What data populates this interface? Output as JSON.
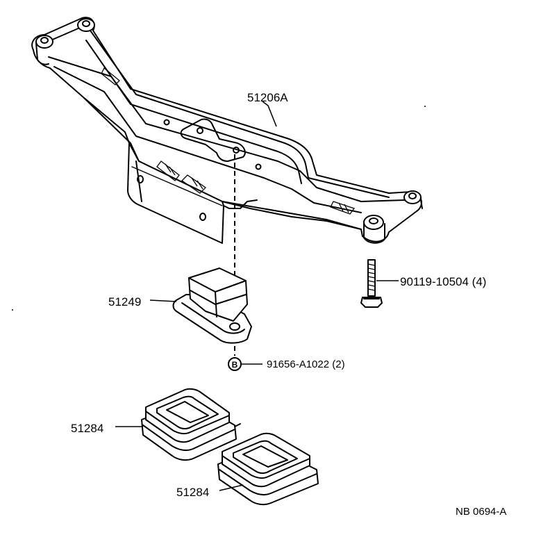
{
  "diagram": {
    "parts": [
      {
        "id": "crossmember",
        "part_number": "51206A"
      },
      {
        "id": "support-cushion",
        "part_number": "51249"
      },
      {
        "id": "bolt",
        "part_number": "90119-10504 (4)"
      },
      {
        "id": "nut",
        "part_number": "91656-A1022 (2)",
        "marker": "B"
      },
      {
        "id": "insulator-1",
        "part_number": "51284"
      },
      {
        "id": "insulator-2",
        "part_number": "51284"
      }
    ],
    "figure_code": "NB 0694-A"
  }
}
